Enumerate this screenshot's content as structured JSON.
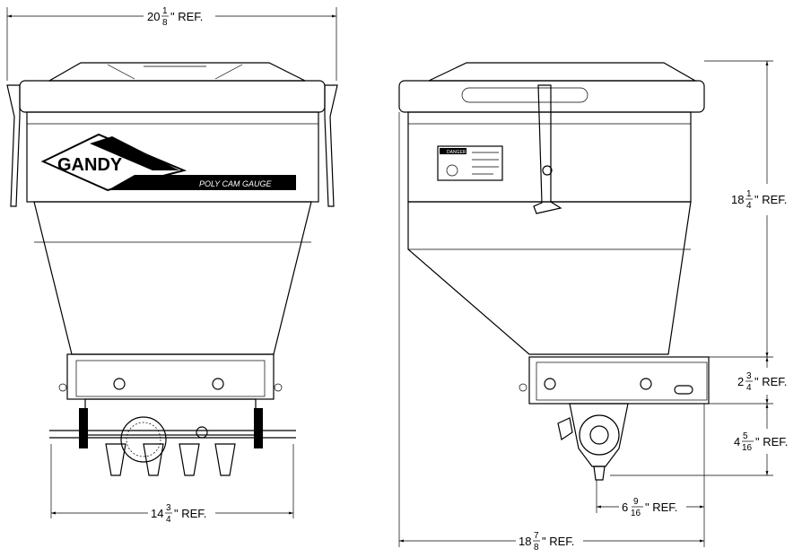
{
  "front_view": {
    "logo_text": "GANDY",
    "label_text": "POLY CAM GAUGE",
    "width_dimension": {
      "whole": "20",
      "num": "1",
      "den": "8",
      "suffix": "\" REF."
    },
    "base_dimension": {
      "whole": "14",
      "num": "3",
      "den": "4",
      "suffix": "\" REF."
    }
  },
  "side_view": {
    "warning_label": "DANGER",
    "height_dimension": {
      "whole": "18",
      "num": "1",
      "den": "4",
      "suffix": "\" REF."
    },
    "bracket_dimension": {
      "whole": "2",
      "num": "3",
      "den": "4",
      "suffix": "\" REF."
    },
    "outlet_dimension": {
      "whole": "4",
      "num": "5",
      "den": "16",
      "suffix": "\" REF."
    },
    "outlet_offset_dimension": {
      "whole": "6",
      "num": "9",
      "den": "16",
      "suffix": "\" REF."
    },
    "depth_dimension": {
      "whole": "18",
      "num": "7",
      "den": "8",
      "suffix": "\" REF."
    }
  }
}
